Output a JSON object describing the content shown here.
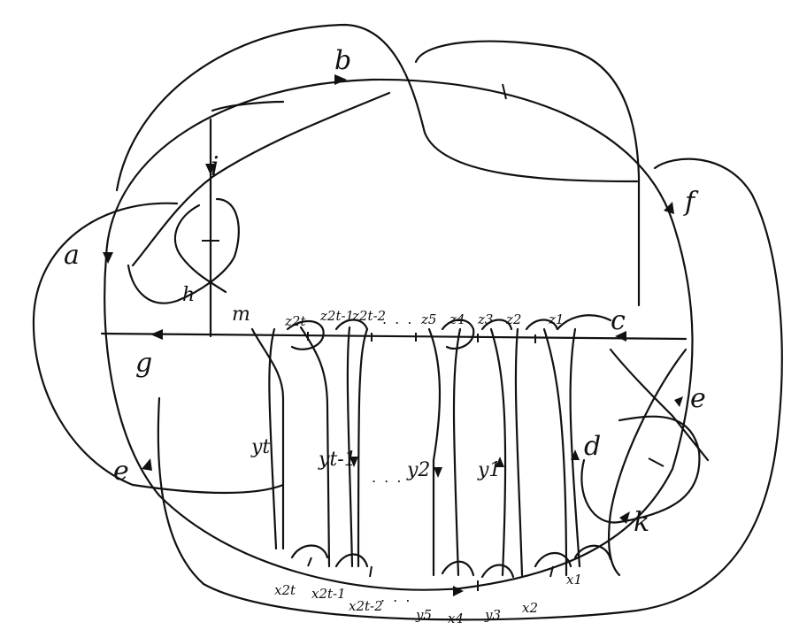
{
  "labels": {
    "a": "a",
    "b": "b",
    "c": "c",
    "d": "d",
    "e_left": "e",
    "e_right": "e",
    "f": "f",
    "g": "g",
    "h": "h",
    "i": "i",
    "k": "k",
    "m": "m"
  },
  "top_labels": [
    "z2t",
    "z2t-1",
    "z2t-2",
    "z5",
    "z4",
    "z3",
    "z2",
    "z1"
  ],
  "mid_labels": [
    "yt",
    "yt-1",
    "y2",
    "y1"
  ],
  "bottom_labels": [
    "x2t",
    "x2t-1",
    "x2t-2",
    "y5",
    "x4",
    "y3",
    "x2",
    "x1"
  ],
  "ellipsis": ". . ."
}
